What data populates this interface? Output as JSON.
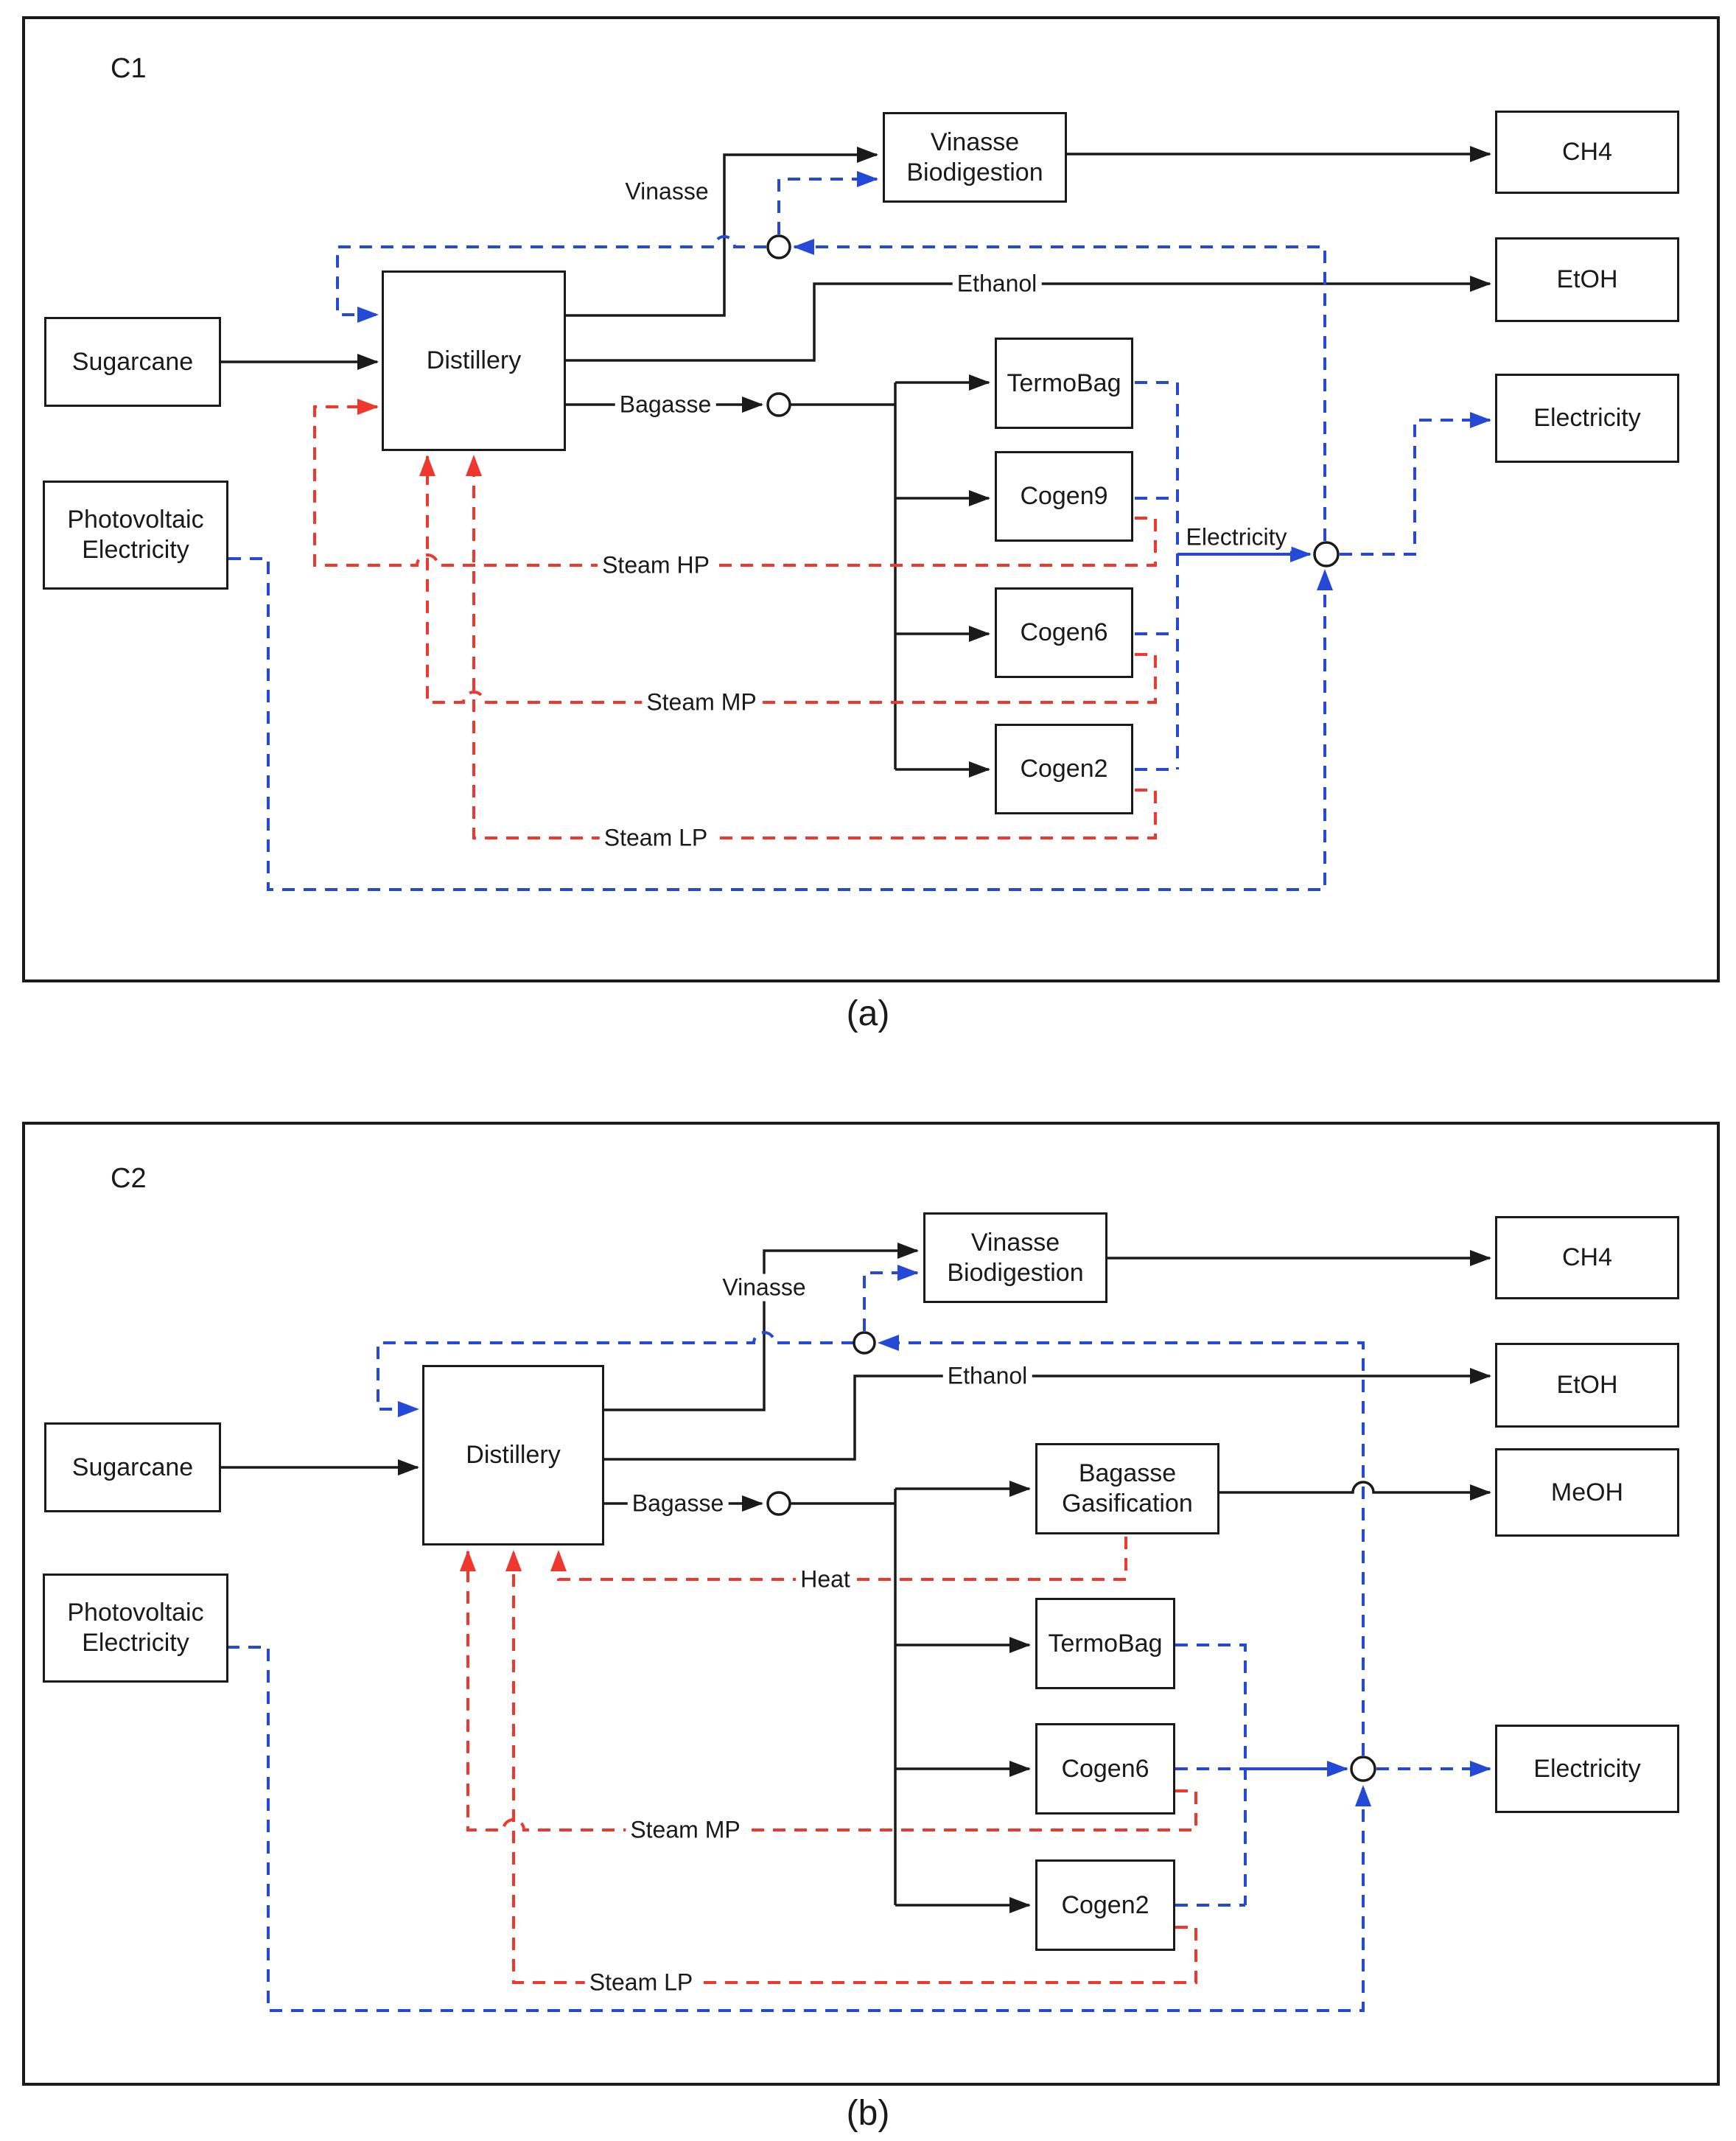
{
  "captions": {
    "a": "(a)",
    "b": "(b)"
  },
  "colors": {
    "line_black": "#1a1a1a",
    "electricity_blue": "#2449d6",
    "steam_red": "#ef372e"
  },
  "diagram_a": {
    "tag": "C1",
    "nodes": {
      "sugarcane": {
        "label": "Sugarcane"
      },
      "distillery": {
        "label": "Distillery"
      },
      "photovoltaic_electricity": {
        "line1": "Photovoltaic",
        "line2": "Electricity"
      },
      "vinasse_biodigestion": {
        "line1": "Vinasse",
        "line2": "Biodigestion"
      },
      "termobag": {
        "label": "TermoBag"
      },
      "cogen9": {
        "label": "Cogen9"
      },
      "cogen6": {
        "label": "Cogen6"
      },
      "cogen2": {
        "label": "Cogen2"
      },
      "ch4": {
        "label": "CH4"
      },
      "etoh": {
        "label": "EtOH"
      },
      "electricity": {
        "label": "Electricity"
      }
    },
    "flow_labels": {
      "vinasse": "Vinasse",
      "ethanol": "Ethanol",
      "bagasse": "Bagasse",
      "electricity": "Electricity",
      "steam_hp": "Steam HP",
      "steam_mp": "Steam MP",
      "steam_lp": "Steam LP"
    }
  },
  "diagram_b": {
    "tag": "C2",
    "nodes": {
      "sugarcane": {
        "label": "Sugarcane"
      },
      "distillery": {
        "label": "Distillery"
      },
      "photovoltaic_electricity": {
        "line1": "Photovoltaic",
        "line2": "Electricity"
      },
      "vinasse_biodigestion": {
        "line1": "Vinasse",
        "line2": "Biodigestion"
      },
      "bagasse_gasification": {
        "line1": "Bagasse",
        "line2": "Gasification"
      },
      "termobag": {
        "label": "TermoBag"
      },
      "cogen6": {
        "label": "Cogen6"
      },
      "cogen2": {
        "label": "Cogen2"
      },
      "ch4": {
        "label": "CH4"
      },
      "etoh": {
        "label": "EtOH"
      },
      "meoh": {
        "label": "MeOH"
      },
      "electricity": {
        "label": "Electricity"
      }
    },
    "flow_labels": {
      "vinasse": "Vinasse",
      "ethanol": "Ethanol",
      "bagasse": "Bagasse",
      "heat": "Heat",
      "steam_mp": "Steam MP",
      "steam_lp": "Steam LP"
    }
  }
}
